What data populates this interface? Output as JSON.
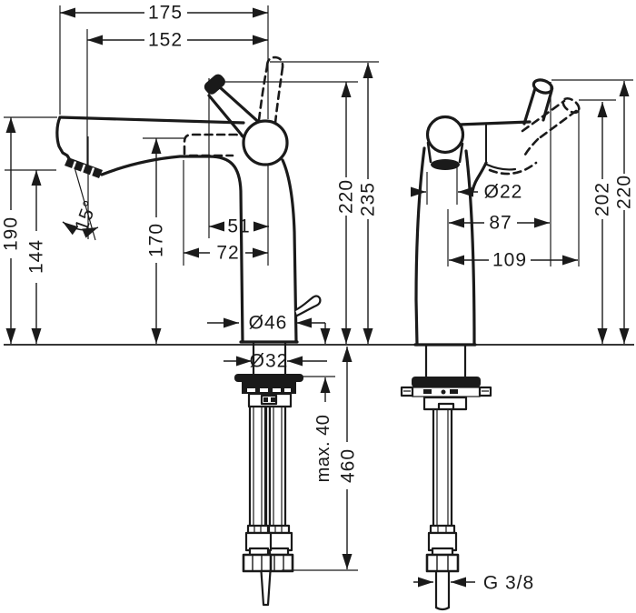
{
  "drawing_title": "basin mixer dimension drawing",
  "dims": {
    "w175": "175",
    "w152": "152",
    "h190": "190",
    "h144": "144",
    "a15": "15°",
    "h170": "170",
    "w51": "51",
    "w72": "72",
    "h220_front": "220",
    "h235": "235",
    "dia46": "Ø46",
    "dia32": "Ø32",
    "max40": "max. 40",
    "h460": "460",
    "dia22": "Ø22",
    "w87": "87",
    "w109": "109",
    "h202": "202",
    "h220_side": "220",
    "g38": "G 3/8"
  }
}
